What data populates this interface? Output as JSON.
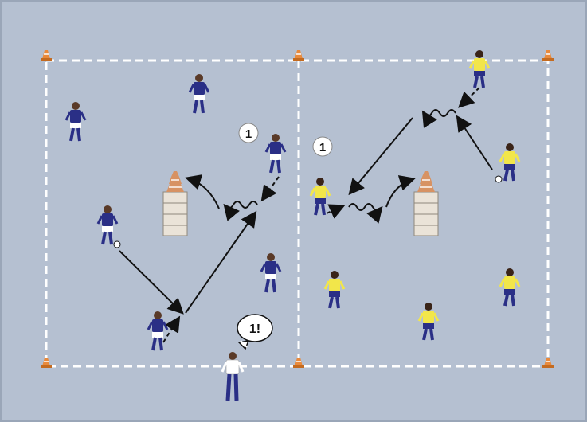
{
  "diagram": {
    "colors": {
      "field": "#b5c0d1",
      "frame": "#9aa6b8",
      "lines": "#ffffff",
      "arrows": "#111111",
      "team_blue_shirt": "#2a2f86",
      "team_blue_shorts": "#ffffff",
      "team_yellow_shirt": "#f2e64a",
      "team_yellow_shorts": "#2a2f86",
      "coach_shirt": "#ffffff",
      "coach_pants": "#2a2f86",
      "cone": "#e98a3c",
      "mannequin": "#eae3d8"
    },
    "labels": {
      "left_marker": "1",
      "right_marker": "1",
      "coach_callout": "1!"
    },
    "icons": {
      "player": "soccer-player-icon",
      "coach": "coach-icon",
      "cone": "cone-icon",
      "mannequin": "mannequin-wall-icon",
      "ball": "ball-icon"
    }
  }
}
